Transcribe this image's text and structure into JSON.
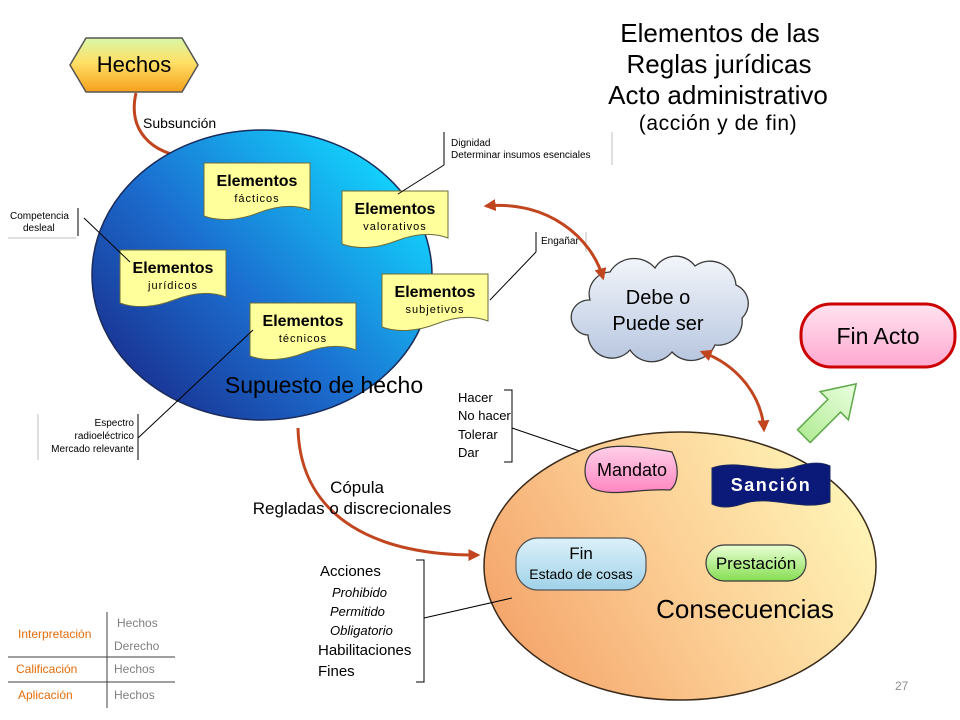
{
  "title": {
    "line1": "Elementos de las",
    "line2": "Reglas jurídicas",
    "line3": "Acto administrativo",
    "line4": "(acción y de fin)"
  },
  "hechos_label": "Hechos",
  "subsuncion_label": "Subsunción",
  "supuesto": {
    "label": "Supuesto de hecho",
    "elements": [
      {
        "title": "Elementos",
        "sub": "fácticos"
      },
      {
        "title": "Elementos",
        "sub": "valorativos"
      },
      {
        "title": "Elementos",
        "sub": "jurídicos"
      },
      {
        "title": "Elementos",
        "sub": "subjetivos"
      },
      {
        "title": "Elementos",
        "sub": "técnicos"
      }
    ]
  },
  "notes": {
    "valorativos": [
      "Dignidad",
      "Determinar insumos esenciales"
    ],
    "juridicos": [
      "Competencia",
      "desleal"
    ],
    "subjetivos": [
      "Engañar"
    ],
    "tecnicos": [
      "Espectro",
      "radioeléctrico",
      "Mercado relevante"
    ]
  },
  "modal": [
    "Debe o",
    "Puede ser"
  ],
  "fin_acto": "Fin Acto",
  "copula": {
    "line1": "Cópula",
    "line2": "Regladas o discrecionales"
  },
  "mandato_types": [
    "Hacer",
    "No hacer",
    "Tolerar",
    "Dar"
  ],
  "consecuencias": {
    "label": "Consecuencias",
    "mandato": "Mandato",
    "sancion": "Sanción",
    "fin_title": "Fin",
    "fin_sub": "Estado de cosas",
    "prestacion": "Prestación"
  },
  "acciones": [
    "Acciones",
    "Prohibido",
    "Permitido",
    "Obligatorio",
    "Habilitaciones",
    "Fines"
  ],
  "stages_table": {
    "rows": [
      {
        "stage": "Interpretación",
        "objects": [
          "Hechos",
          "Derecho"
        ]
      },
      {
        "stage": "Calificación",
        "objects": [
          "Hechos"
        ]
      },
      {
        "stage": "Aplicación",
        "objects": [
          "Hechos"
        ]
      }
    ]
  },
  "page_number": "27",
  "colors": {
    "arrow": "#c1461f",
    "supuesto_fill": "#1b6fd0",
    "consecuencias_fill": "#fccf95",
    "document_fill": "#ffff9c",
    "fin_acto_border": "#cc0000",
    "sancion_fill": "#0b1a78",
    "table_stage_text": "#e36c09",
    "table_object_text": "#7f7f7f"
  }
}
